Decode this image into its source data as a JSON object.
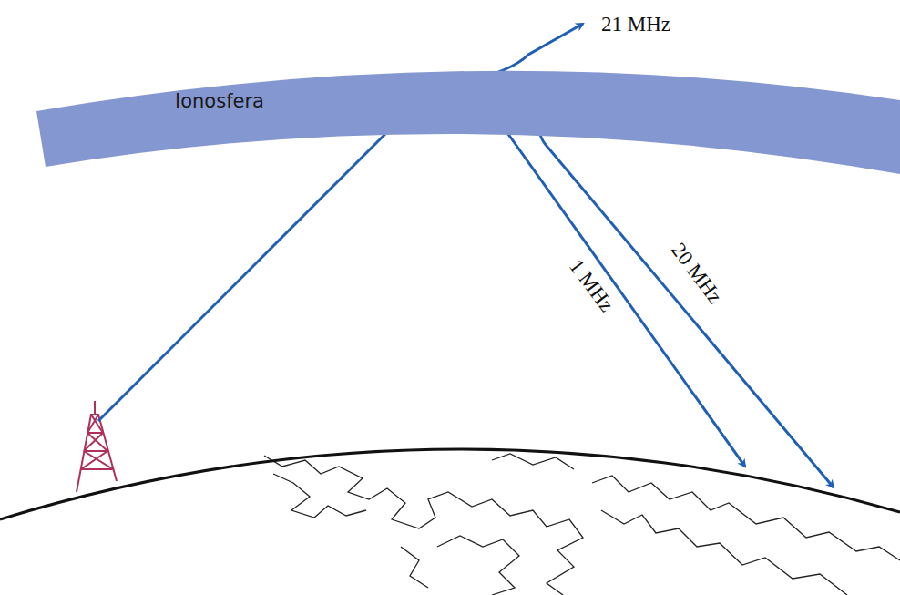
{
  "diagram": {
    "nodes": [
      {
        "text": [
          "Ionosfera"
        ]
      }
    ],
    "labels": [
      "21 MHz",
      "1 MHz",
      "20 MHz"
    ]
  }
}
